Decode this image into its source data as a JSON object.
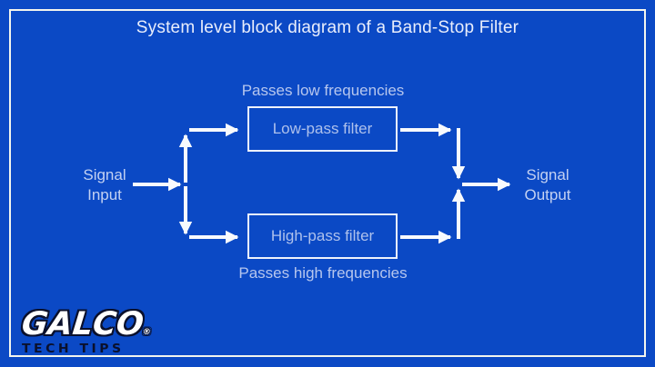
{
  "title": "System level block diagram of a Band-Stop Filter",
  "diagram": {
    "input": {
      "line1": "Signal",
      "line2": "Input"
    },
    "output": {
      "line1": "Signal",
      "line2": "Output"
    },
    "low_pass": {
      "label": "Low-pass filter",
      "caption": "Passes low frequencies"
    },
    "high_pass": {
      "label": "High-pass filter",
      "caption": "Passes high frequencies"
    }
  },
  "branding": {
    "name": "GALCO",
    "trademark": "®",
    "tagline": "TECH TIPS"
  },
  "colors": {
    "background": "#0b49c5",
    "frame": "#f3f5ee",
    "arrow": "#f8fafd",
    "title_text": "#e9eefc",
    "caption_text": "#b6c6ee",
    "block_text": "#aec1ec",
    "block_border": "#eef2fb",
    "logo_fill": "#ffffff",
    "logo_outline": "#0a102c"
  }
}
